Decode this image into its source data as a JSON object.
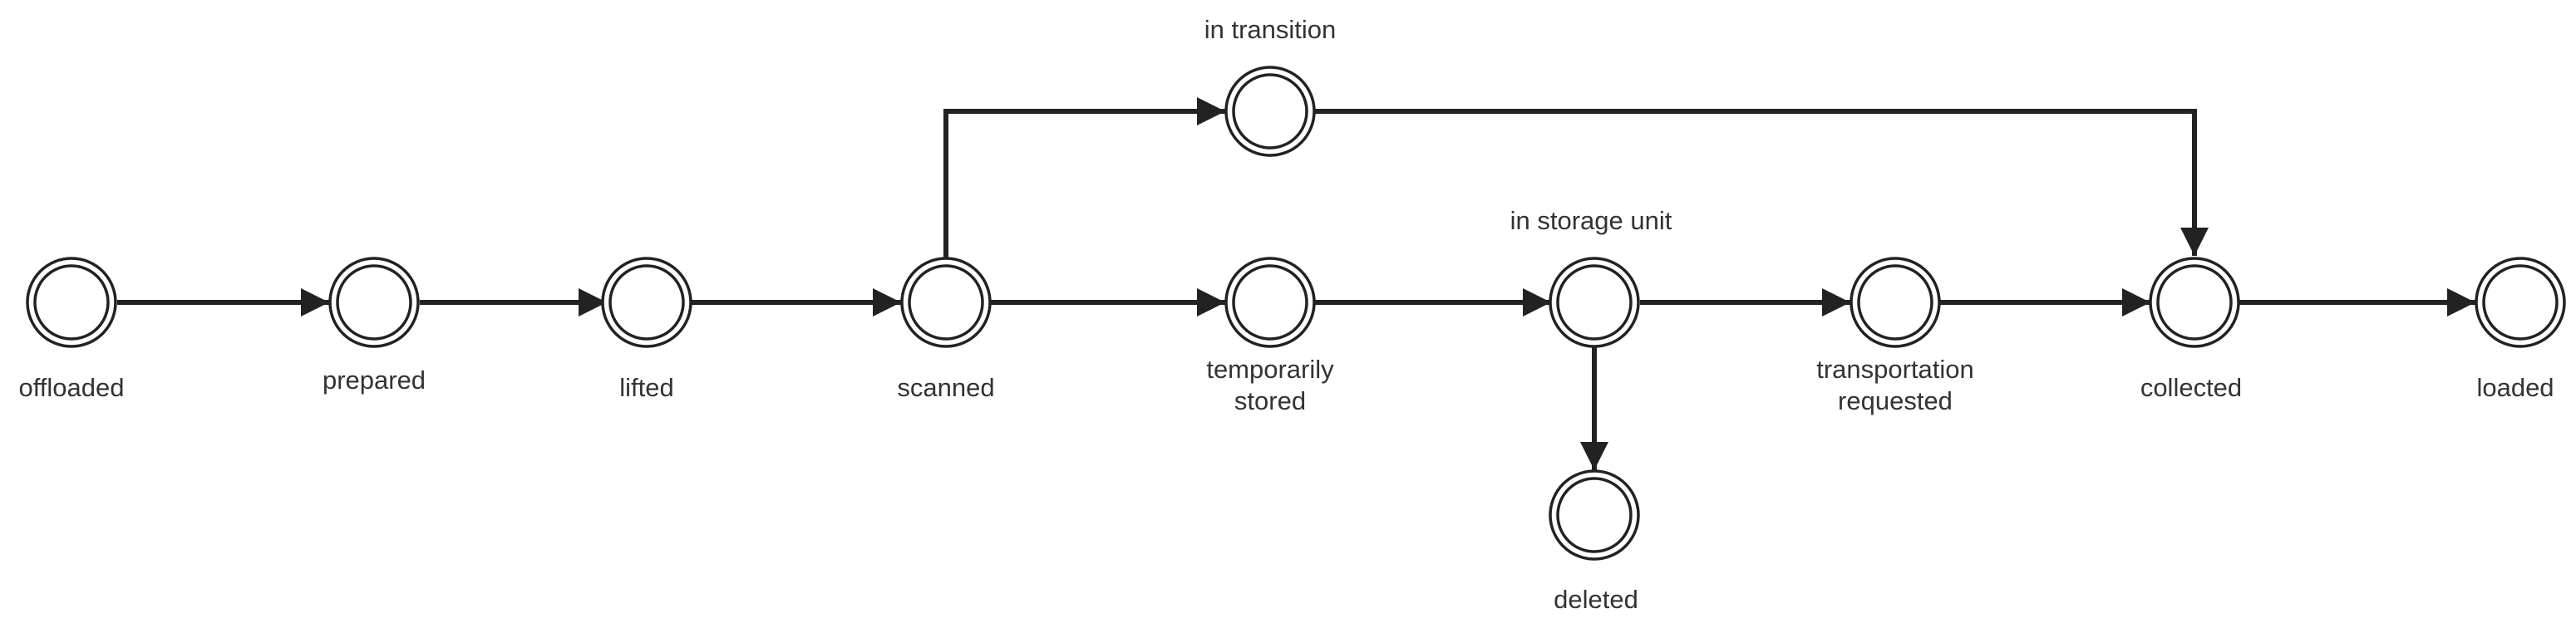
{
  "diagram": {
    "type": "state-flow",
    "nodes": [
      {
        "id": "offloaded",
        "label": "offloaded"
      },
      {
        "id": "prepared",
        "label": "prepared"
      },
      {
        "id": "lifted",
        "label": "lifted"
      },
      {
        "id": "scanned",
        "label": "scanned"
      },
      {
        "id": "in_transition",
        "label": "in transition"
      },
      {
        "id": "temporarily_stored",
        "label_line1": "temporarily",
        "label_line2": "stored"
      },
      {
        "id": "in_storage_unit",
        "label": "in storage unit"
      },
      {
        "id": "deleted",
        "label": "deleted"
      },
      {
        "id": "transportation_requested",
        "label_line1": "transportation",
        "label_line2": "requested"
      },
      {
        "id": "collected",
        "label": "collected"
      },
      {
        "id": "loaded",
        "label": "loaded"
      }
    ],
    "edges": [
      {
        "from": "offloaded",
        "to": "prepared"
      },
      {
        "from": "prepared",
        "to": "lifted"
      },
      {
        "from": "lifted",
        "to": "scanned"
      },
      {
        "from": "scanned",
        "to": "temporarily_stored"
      },
      {
        "from": "scanned",
        "to": "in_transition"
      },
      {
        "from": "in_transition",
        "to": "collected"
      },
      {
        "from": "temporarily_stored",
        "to": "in_storage_unit"
      },
      {
        "from": "in_storage_unit",
        "to": "transportation_requested"
      },
      {
        "from": "in_storage_unit",
        "to": "deleted"
      },
      {
        "from": "transportation_requested",
        "to": "collected"
      },
      {
        "from": "collected",
        "to": "loaded"
      }
    ],
    "colors": {
      "line": "#222222",
      "text": "#333333",
      "background": "#ffffff"
    }
  }
}
